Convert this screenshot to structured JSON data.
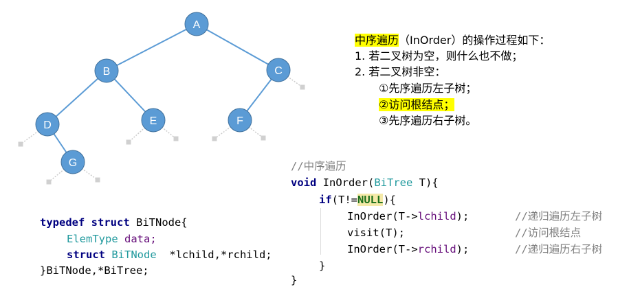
{
  "tree": {
    "nodes": [
      {
        "id": "A",
        "label": "A"
      },
      {
        "id": "B",
        "label": "B"
      },
      {
        "id": "C",
        "label": "C"
      },
      {
        "id": "D",
        "label": "D"
      },
      {
        "id": "E",
        "label": "E"
      },
      {
        "id": "F",
        "label": "F"
      },
      {
        "id": "G",
        "label": "G"
      }
    ],
    "edges": [
      [
        "A",
        "B"
      ],
      [
        "A",
        "C"
      ],
      [
        "B",
        "D"
      ],
      [
        "B",
        "E"
      ],
      [
        "C",
        "F"
      ],
      [
        "D",
        "G"
      ]
    ],
    "node_color": "#5b9bd5",
    "edge_color": "#5b9bd5"
  },
  "description": {
    "title_highlight": "中序遍历",
    "title_rest": "（InOrder）的操作过程如下：",
    "step1": "1.  若二叉树为空，则什么也不做；",
    "step2": "2.  若二叉树非空：",
    "sub1": "①先序遍历左子树；",
    "sub2": "②访问根结点；",
    "sub3": "③先序遍历右子树。"
  },
  "struct_code": {
    "l1_kw": "typedef struct",
    "l1_rest": " BiTNode{",
    "l2_ty": "ElemType",
    "l2_fd": " data;",
    "l3_kw": "struct",
    "l3_ty": " BiTNode",
    "l3_rest": "  *lchild,*rchild;",
    "l4": "}BiTNode,*BiTree;"
  },
  "inorder_code": {
    "comment": "//中序遍历",
    "sig_kw": "void",
    "sig_name": " InOrder(",
    "sig_ty": "BiTree",
    "sig_rest": " T){",
    "if_kw": "if",
    "if_a": "(T!=",
    "if_null": "NULL",
    "if_b": "){",
    "c1_a": "InOrder(T->",
    "c1_f": "lchild",
    "c1_b": ");",
    "c1_cm": "//递归遍历左子树",
    "c2": "visit(T);",
    "c2_cm": "//访问根结点",
    "c3_a": "InOrder(T->",
    "c3_f": "rchild",
    "c3_b": ");",
    "c3_cm": "//递归遍历右子树",
    "close_if": "}",
    "close_fn": "}"
  }
}
